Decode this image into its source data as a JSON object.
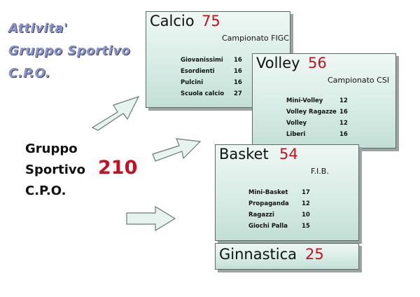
{
  "title": {
    "lines": [
      "Attivita'",
      "Gruppo Sportivo",
      "C.P.O."
    ]
  },
  "main": {
    "lines": [
      "Gruppo",
      "Sportivo",
      "C.P.O."
    ],
    "total": "210"
  },
  "cards": {
    "calcio": {
      "name": "Calcio",
      "count": "75",
      "subtitle": "Campionato FIGC",
      "rows": [
        {
          "label": "Giovanissimi",
          "value": "16"
        },
        {
          "label": "Esordienti",
          "value": "16"
        },
        {
          "label": "Pulcini",
          "value": "16"
        },
        {
          "label": "Scuola calcio",
          "value": "27"
        }
      ]
    },
    "volley": {
      "name": "Volley",
      "count": "56",
      "subtitle": "Campionato CSI",
      "rows": [
        {
          "label": "Mini-Volley",
          "value": "12"
        },
        {
          "label": "Volley Ragazze",
          "value": "16"
        },
        {
          "label": "Volley",
          "value": "12"
        },
        {
          "label": "Liberi",
          "value": "16"
        }
      ]
    },
    "basket": {
      "name": "Basket",
      "count": "54",
      "subtitle": "F.I.B.",
      "rows": [
        {
          "label": "Mini-Basket",
          "value": "17"
        },
        {
          "label": "Propaganda",
          "value": "12"
        },
        {
          "label": "Ragazzi",
          "value": "10"
        },
        {
          "label": "Giochi Palla",
          "value": "15"
        }
      ]
    },
    "ginnastica": {
      "name": "Ginnastica",
      "count": "25"
    }
  },
  "colors": {
    "count_red": "#c81020",
    "title_blue": "#8a94c8",
    "card_green": "#d8ece6"
  }
}
